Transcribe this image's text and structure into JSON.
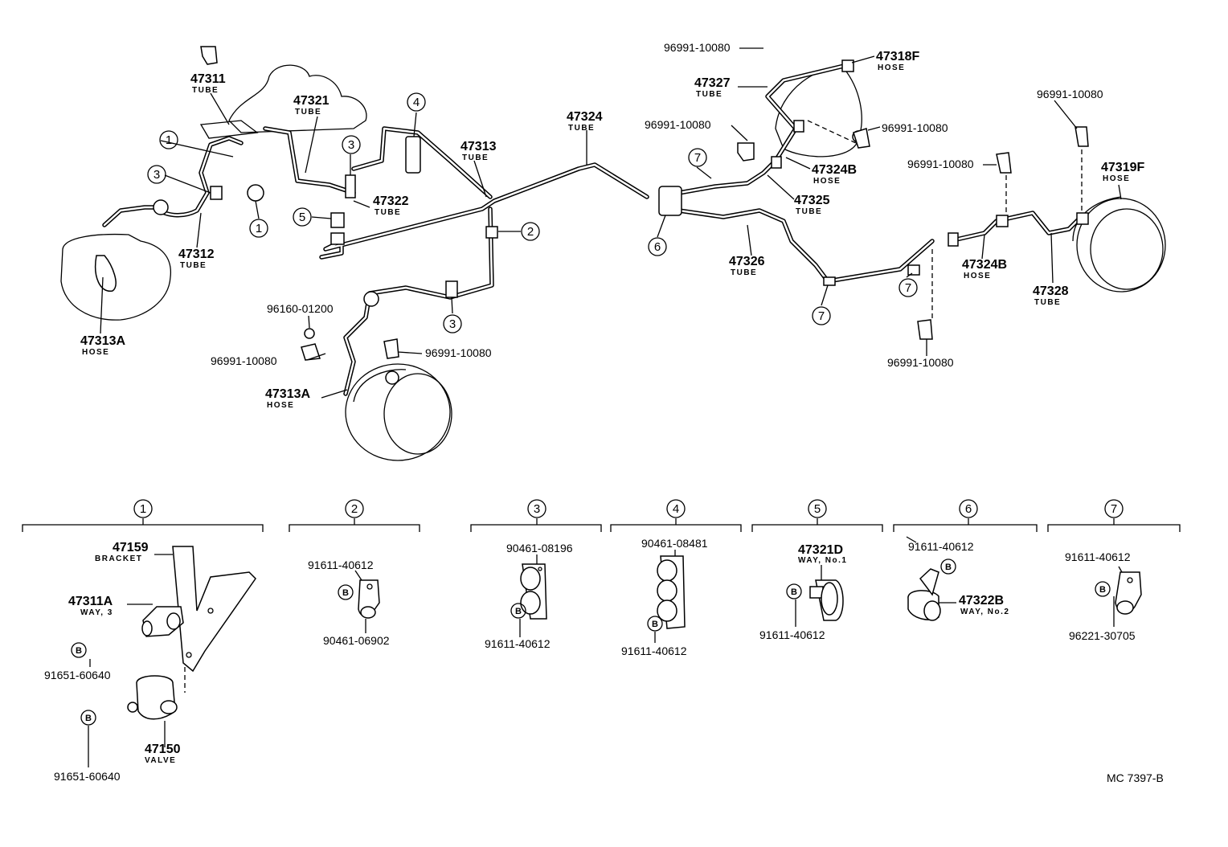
{
  "diagram_code": "MC 7397-B",
  "callouts": [
    {
      "num": "47311",
      "sub": "TUBE"
    },
    {
      "num": "47321",
      "sub": "TUBE"
    },
    {
      "num": "47312",
      "sub": "TUBE"
    },
    {
      "num": "47313A",
      "sub": "HOSE"
    },
    {
      "num": "47322",
      "sub": "TUBE"
    },
    {
      "num": "47313",
      "sub": "TUBE"
    },
    {
      "num": "96160-01200",
      "sub": ""
    },
    {
      "num": "96991-10080",
      "sub": ""
    },
    {
      "num": "96991-10080",
      "sub": ""
    },
    {
      "num": "47313A",
      "sub": "HOSE"
    },
    {
      "num": "47324",
      "sub": "TUBE"
    },
    {
      "num": "96991-10080",
      "sub": ""
    },
    {
      "num": "96991-10080",
      "sub": ""
    },
    {
      "num": "47318F",
      "sub": "HOSE"
    },
    {
      "num": "47327",
      "sub": "TUBE"
    },
    {
      "num": "96991-10080",
      "sub": ""
    },
    {
      "num": "47324B",
      "sub": "HOSE"
    },
    {
      "num": "47325",
      "sub": "TUBE"
    },
    {
      "num": "47326",
      "sub": "TUBE"
    },
    {
      "num": "96991-10080",
      "sub": ""
    },
    {
      "num": "96991-10080",
      "sub": ""
    },
    {
      "num": "47319F",
      "sub": "HOSE"
    },
    {
      "num": "47324B",
      "sub": "HOSE"
    },
    {
      "num": "47328",
      "sub": "TUBE"
    },
    {
      "num": "96991-10080",
      "sub": ""
    }
  ],
  "circled_refs": [
    "1",
    "1",
    "3",
    "3",
    "4",
    "5",
    "2",
    "3",
    "6",
    "7",
    "7",
    "7"
  ],
  "groups": [
    {
      "id": "1",
      "labels": [
        {
          "num": "47159",
          "sub": "BRACKET"
        },
        {
          "num": "47311A",
          "sub": "WAY, 3"
        },
        {
          "num": "91651-60640",
          "sub": ""
        },
        {
          "num": "91651-60640",
          "sub": ""
        },
        {
          "num": "47150",
          "sub": "VALVE"
        }
      ]
    },
    {
      "id": "2",
      "labels": [
        {
          "num": "91611-40612",
          "sub": ""
        },
        {
          "num": "90461-06902",
          "sub": ""
        }
      ]
    },
    {
      "id": "3",
      "labels": [
        {
          "num": "90461-08196",
          "sub": ""
        },
        {
          "num": "91611-40612",
          "sub": ""
        }
      ]
    },
    {
      "id": "4",
      "labels": [
        {
          "num": "90461-08481",
          "sub": ""
        },
        {
          "num": "91611-40612",
          "sub": ""
        }
      ]
    },
    {
      "id": "5",
      "labels": [
        {
          "num": "47321D",
          "sub": "WAY, No.1"
        },
        {
          "num": "91611-40612",
          "sub": ""
        }
      ]
    },
    {
      "id": "6",
      "labels": [
        {
          "num": "91611-40612",
          "sub": ""
        },
        {
          "num": "47322B",
          "sub": "WAY, No.2"
        }
      ]
    },
    {
      "id": "7",
      "labels": [
        {
          "num": "91611-40612",
          "sub": ""
        },
        {
          "num": "96221-30705",
          "sub": ""
        }
      ]
    }
  ],
  "bolt_marker": "B"
}
